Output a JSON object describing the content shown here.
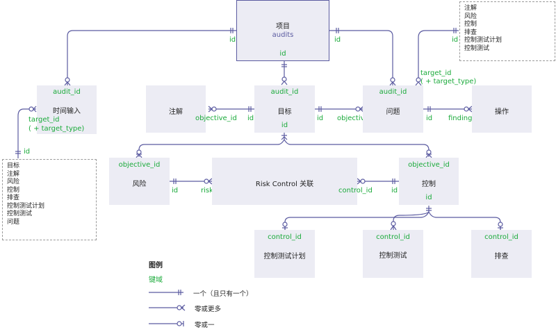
{
  "colors": {
    "line": "#5a5aa0",
    "key": "#1aaa3a",
    "entity_bg": "#ececf4"
  },
  "entities": {
    "audits": {
      "name": "项目",
      "sub": "audits",
      "keys": [
        "id"
      ]
    },
    "time_entry": {
      "name": "时间输入",
      "keys": [
        "audit_id",
        "target_id",
        "( + target_type)"
      ]
    },
    "annotation": {
      "name": "注解"
    },
    "objective": {
      "name": "目标",
      "keys": [
        "audit_id",
        "id"
      ]
    },
    "finding": {
      "name": "问题",
      "keys": [
        "audit_id"
      ]
    },
    "action": {
      "name": "操作"
    },
    "risk": {
      "name": "风险",
      "keys": [
        "objective_id"
      ]
    },
    "risk_control": {
      "name": "Risk Control 关联"
    },
    "control": {
      "name": "控制",
      "keys": [
        "objective_id",
        "id"
      ]
    },
    "control_test_plan": {
      "name": "控制测试计划",
      "keys": [
        "control_id"
      ]
    },
    "control_test": {
      "name": "控制测试",
      "keys": [
        "control_id"
      ]
    },
    "walkthrough": {
      "name": "排查",
      "keys": [
        "control_id"
      ]
    }
  },
  "relation_labels": {
    "audits_left_id": "id",
    "audits_right_id": "id",
    "annot_objective_id": "objective_id",
    "objective_left_id": "id",
    "objective_right_id": "id",
    "finding_objective_id": "objective_id",
    "finding_right_id": "id",
    "action_finding_id": "finding_id",
    "risk_id": "id",
    "rc_risk_id": "risk_id",
    "rc_control_id": "control_id",
    "control_left_id": "id",
    "note_right_id": "id",
    "finding_target_id": "target_id",
    "finding_target_type": "( + target_type)",
    "note_left_id": "id"
  },
  "notes": {
    "right": [
      "注解",
      "风险",
      "控制",
      "排查",
      "控制测试计划",
      "控制测试"
    ],
    "left": [
      "目标",
      "注解",
      "风险",
      "控制",
      "排查",
      "控制测试计划",
      "控制测试",
      "问题"
    ]
  },
  "legend": {
    "title": "图例",
    "key_field": "键域",
    "items": [
      {
        "symbol": "one-and-only-one",
        "label": "一个（且只有一个）"
      },
      {
        "symbol": "zero-or-many",
        "label": "零或更多"
      },
      {
        "symbol": "zero-or-one",
        "label": "零或一"
      }
    ]
  }
}
